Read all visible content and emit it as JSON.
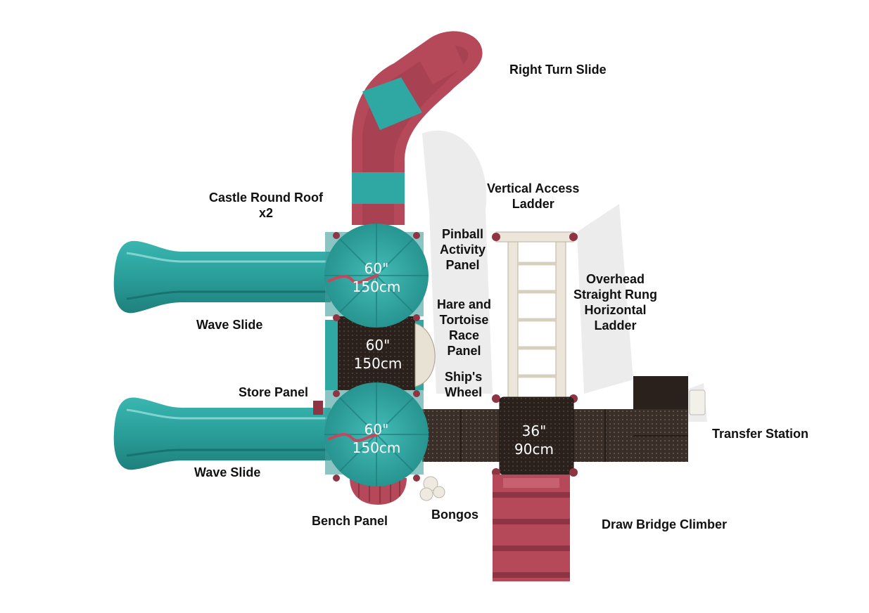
{
  "labels": {
    "right_turn_slide": "Right Turn Slide",
    "vertical_access_ladder": [
      "Vertical Access",
      "Ladder"
    ],
    "castle_round_roof": [
      "Castle Round Roof",
      "x2"
    ],
    "pinball_activity_panel": [
      "Pinball",
      "Activity",
      "Panel"
    ],
    "overhead_ladder": [
      "Overhead",
      "Straight Rung",
      "Horizontal",
      "Ladder"
    ],
    "hare_tortoise_panel": [
      "Hare and",
      "Tortoise",
      "Race",
      "Panel"
    ],
    "wave_slide_top": "Wave Slide",
    "ships_wheel": [
      "Ship's",
      "Wheel"
    ],
    "store_panel": "Store Panel",
    "transfer_station": "Transfer Station",
    "wave_slide_bottom": "Wave Slide",
    "bongos": "Bongos",
    "bench_panel": "Bench Panel",
    "draw_bridge_climber": "Draw Bridge Climber"
  },
  "deck_sizes": {
    "roof_top": [
      "60\"",
      "150cm"
    ],
    "middle_deck": [
      "60\"",
      "150cm"
    ],
    "roof_bottom": [
      "60\"",
      "150cm"
    ],
    "right_deck": [
      "36\"",
      "90cm"
    ]
  },
  "colors": {
    "teal": "#2fa8a4",
    "teal_dark": "#1f7f7c",
    "red": "#b5495a",
    "red_dark": "#8e3443",
    "deck": "#3a2e28",
    "deck_dark": "#251c18",
    "beige": "#e8e2d4"
  }
}
